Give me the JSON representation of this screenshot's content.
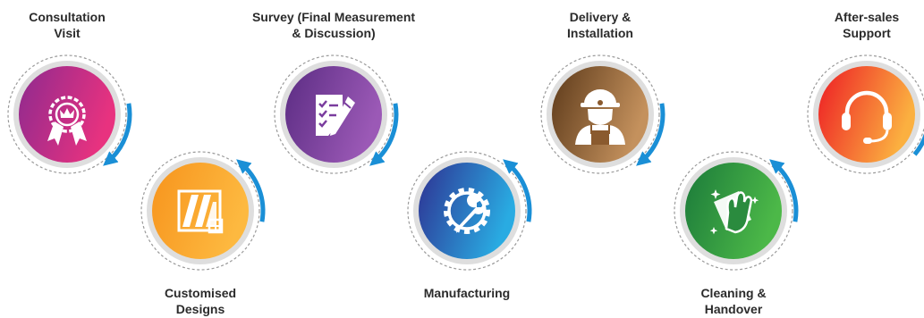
{
  "steps": [
    {
      "id": "consultation",
      "label_lines": [
        "Consultation",
        "Visit"
      ],
      "icon": "award-badge-crown-icon",
      "gradient": [
        "#8e2a8f",
        "#e8327f"
      ]
    },
    {
      "id": "designs",
      "label_lines": [
        "Customised",
        "Designs"
      ],
      "icon": "design-window-ruler-icon",
      "gradient": [
        "#f7941d",
        "#fdb940"
      ]
    },
    {
      "id": "survey",
      "label_lines": [
        "Survey (Final Measurement",
        "& Discussion)"
      ],
      "icon": "clipboard-pen-checklist-icon",
      "gradient": [
        "#5b2c83",
        "#9b59b6"
      ]
    },
    {
      "id": "manufacturing",
      "label_lines": [
        "Manufacturing"
      ],
      "icon": "gear-wrench-icon",
      "gradient": [
        "#2e3192",
        "#29abe2"
      ]
    },
    {
      "id": "delivery",
      "label_lines": [
        "Delivery &",
        "Installation"
      ],
      "icon": "worker-icon",
      "gradient": [
        "#5d3a1a",
        "#c4915d"
      ]
    },
    {
      "id": "cleaning",
      "label_lines": [
        "Cleaning &",
        "Handover"
      ],
      "icon": "cleaning-glove-sparkle-icon",
      "gradient": [
        "#1b7a3a",
        "#4cb848"
      ]
    },
    {
      "id": "aftersales",
      "label_lines": [
        "After-sales",
        "Support"
      ],
      "icon": "headset-icon",
      "gradient": [
        "#ed1c24",
        "#fbb040"
      ]
    }
  ],
  "colors": {
    "arc": "#1a8fd6",
    "ring": "#dedede",
    "ring_dash": "#9a9a9a",
    "text": "#2b2b2b"
  }
}
